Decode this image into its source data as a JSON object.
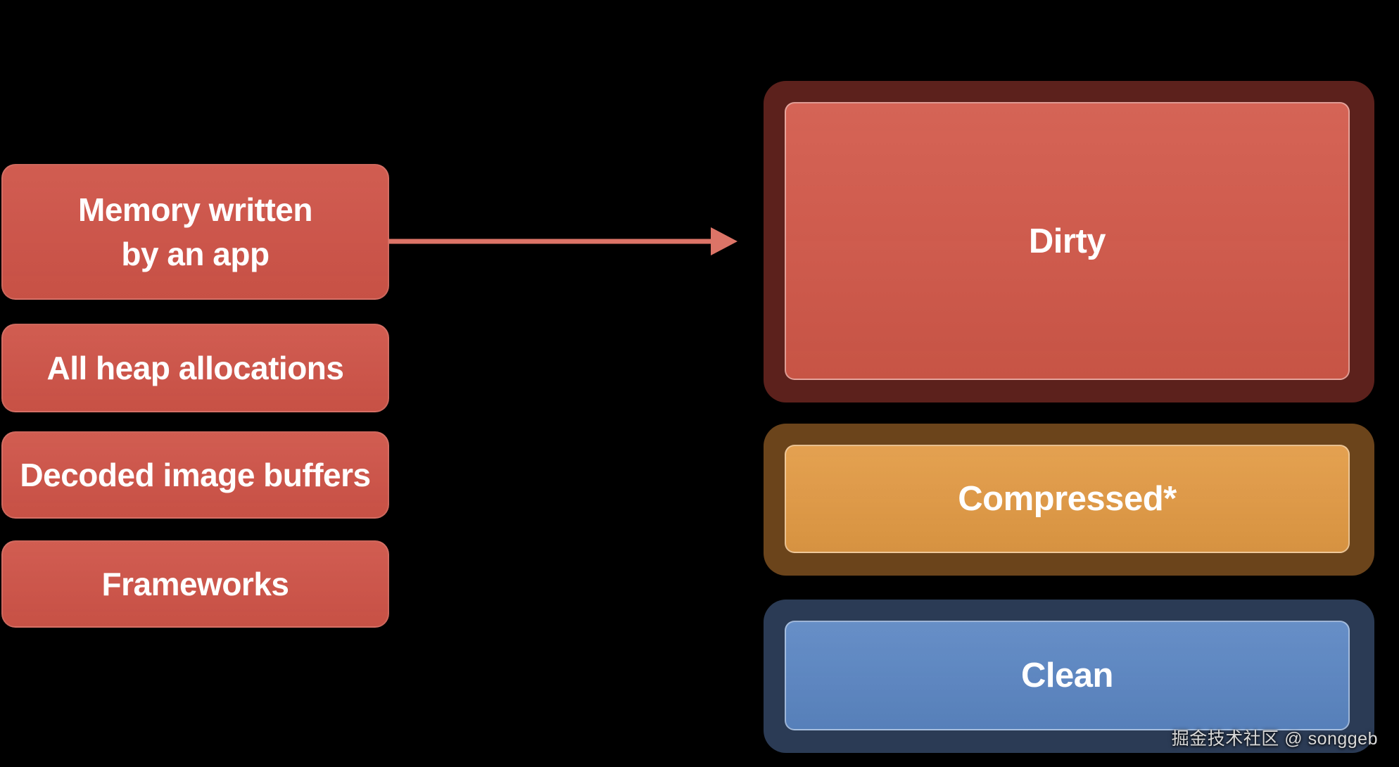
{
  "slide": {
    "background": "#000000"
  },
  "colors": {
    "background": "#000000",
    "left_box_fill": "#CF5448",
    "label_text": "#FFFFFF",
    "arrow": "#DC7467",
    "dirty_outer": "#5C211C",
    "dirty_inner": "#D25849",
    "compressed_outer": "#6B441B",
    "compressed_inner": "#E29A44",
    "clean_outer": "#2B3B55",
    "clean_inner": "#5B86C3",
    "watermark_text": "#D9D9D9"
  },
  "left_boxes": [
    {
      "id": "memory-written-by-an-app",
      "label": "Memory written\nby an app"
    },
    {
      "id": "all-heap-allocations",
      "label": "All heap allocations"
    },
    {
      "id": "decoded-image-buffers",
      "label": "Decoded image buffers"
    },
    {
      "id": "frameworks",
      "label": "Frameworks"
    }
  ],
  "arrow": {
    "icon": "right-arrow-icon"
  },
  "memory_regions": [
    {
      "id": "dirty",
      "label": "Dirty"
    },
    {
      "id": "compressed",
      "label": "Compressed*"
    },
    {
      "id": "clean",
      "label": "Clean"
    }
  ],
  "watermark": {
    "text": "掘金技术社区 @ songgeb"
  }
}
